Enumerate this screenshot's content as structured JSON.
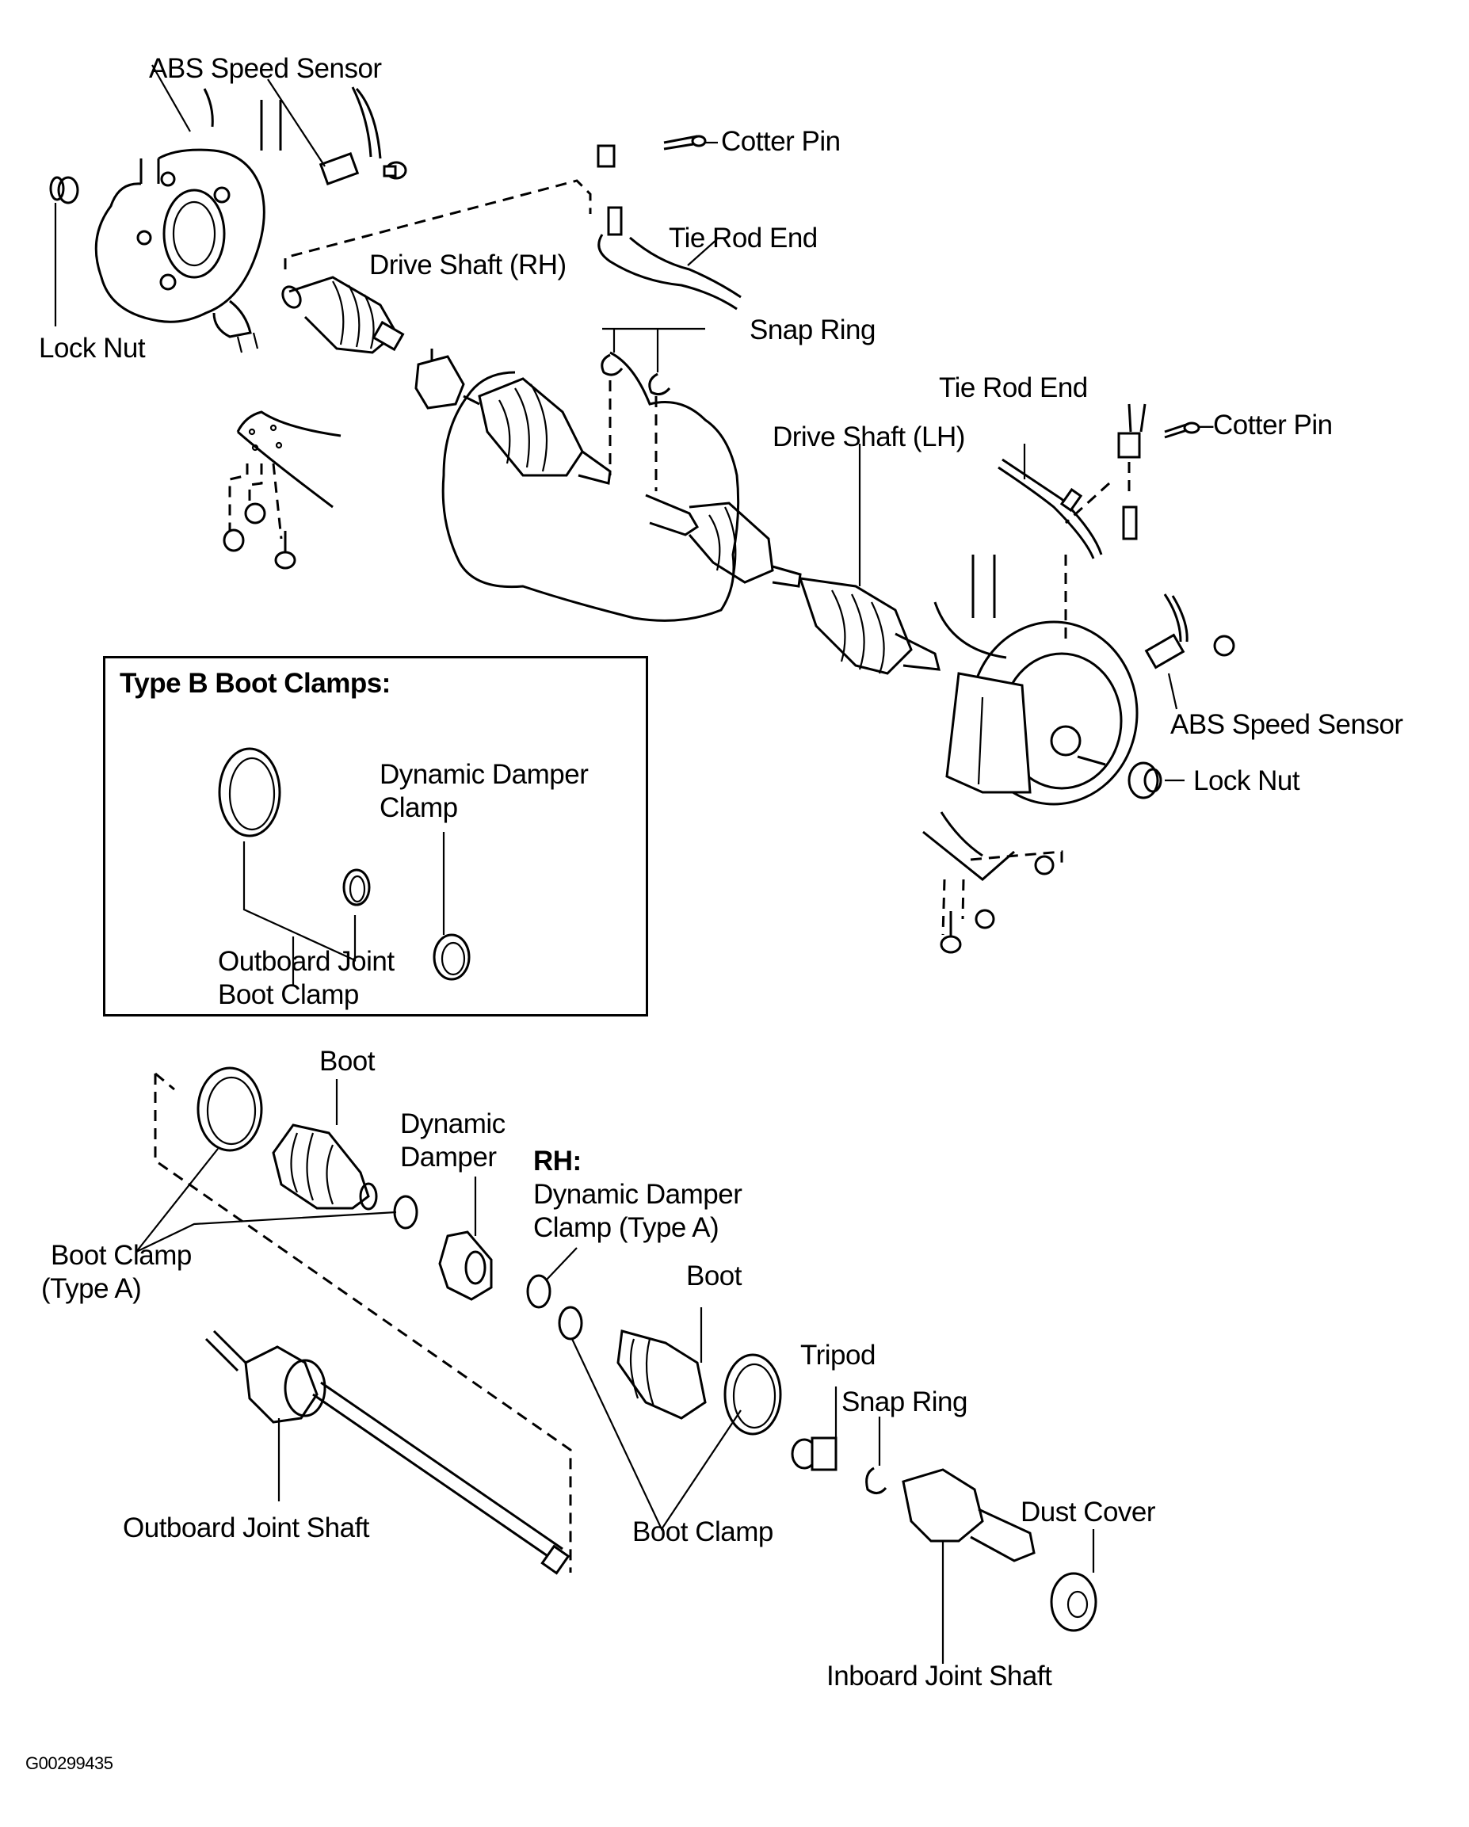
{
  "figure_id": "G00299435",
  "labels": {
    "abs_speed_sensor_rh": "ABS Speed Sensor",
    "cotter_pin_rh": "Cotter Pin",
    "tie_rod_end_rh": "Tie Rod End",
    "drive_shaft_rh": "Drive Shaft (RH)",
    "lock_nut_rh": "Lock Nut",
    "snap_ring_top": "Snap Ring",
    "tie_rod_end_lh": "Tie Rod End",
    "cotter_pin_lh": "–Cotter Pin",
    "drive_shaft_lh": "Drive Shaft (LH)",
    "abs_speed_sensor_lh": "ABS Speed Sensor",
    "lock_nut_lh": "Lock Nut"
  },
  "type_b_box": {
    "title": "Type B Boot Clamps:",
    "dynamic_damper_clamp_line1": "Dynamic Damper",
    "dynamic_damper_clamp_line2": "Clamp",
    "outboard_joint_boot_clamp_line1": "Outboard Joint",
    "outboard_joint_boot_clamp_line2": "Boot Clamp"
  },
  "exploded": {
    "boot_outer": "Boot",
    "dynamic_damper_line1": "Dynamic",
    "dynamic_damper_line2": "Damper",
    "rh_heading": "RH:",
    "dd_clamp_type_a_line1": "Dynamic Damper",
    "dd_clamp_type_a_line2": "Clamp (Type A)",
    "boot_clamp_type_a_line1": "Boot Clamp",
    "boot_clamp_type_a_line2": "(Type A)",
    "boot_inner": "Boot",
    "tripod": "Tripod",
    "snap_ring": "Snap Ring",
    "outboard_joint_shaft": "Outboard Joint Shaft",
    "boot_clamp": "Boot Clamp",
    "dust_cover": "Dust Cover",
    "inboard_joint_shaft": "Inboard Joint Shaft"
  }
}
